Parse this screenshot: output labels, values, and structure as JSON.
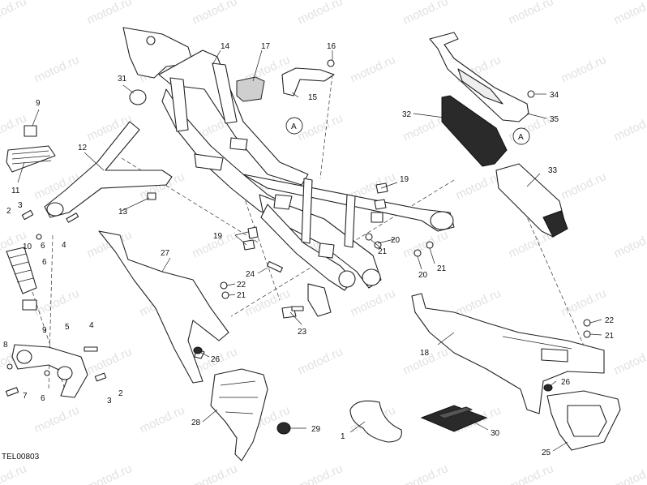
{
  "diagram": {
    "code": "TEL00803",
    "watermark": "motod.ru",
    "callouts": [
      {
        "id": "c14",
        "label": "14"
      },
      {
        "id": "c17",
        "label": "17"
      },
      {
        "id": "c16",
        "label": "16"
      },
      {
        "id": "c31",
        "label": "31"
      },
      {
        "id": "c15",
        "label": "15"
      },
      {
        "id": "c34",
        "label": "34"
      },
      {
        "id": "c32",
        "label": "32"
      },
      {
        "id": "c35",
        "label": "35"
      },
      {
        "id": "c9a",
        "label": "9"
      },
      {
        "id": "c12",
        "label": "12"
      },
      {
        "id": "cA1",
        "label": "A"
      },
      {
        "id": "cA2",
        "label": "A"
      },
      {
        "id": "c33",
        "label": "33"
      },
      {
        "id": "c11",
        "label": "11"
      },
      {
        "id": "c19a",
        "label": "19"
      },
      {
        "id": "c3a",
        "label": "3"
      },
      {
        "id": "c13",
        "label": "13"
      },
      {
        "id": "c2a",
        "label": "2"
      },
      {
        "id": "c6a",
        "label": "6"
      },
      {
        "id": "c4a",
        "label": "4"
      },
      {
        "id": "c19b",
        "label": "19"
      },
      {
        "id": "c20a",
        "label": "20"
      },
      {
        "id": "c10",
        "label": "10"
      },
      {
        "id": "c27",
        "label": "27"
      },
      {
        "id": "c21a",
        "label": "21"
      },
      {
        "id": "c21b",
        "label": "21"
      },
      {
        "id": "c20b",
        "label": "20"
      },
      {
        "id": "c6b",
        "label": "6"
      },
      {
        "id": "c24",
        "label": "24"
      },
      {
        "id": "c22a",
        "label": "22"
      },
      {
        "id": "c21c",
        "label": "21"
      },
      {
        "id": "c9b",
        "label": "9"
      },
      {
        "id": "c23",
        "label": "23"
      },
      {
        "id": "c22b",
        "label": "22"
      },
      {
        "id": "c5",
        "label": "5"
      },
      {
        "id": "c4b",
        "label": "4"
      },
      {
        "id": "c21d",
        "label": "21"
      },
      {
        "id": "c8",
        "label": "8"
      },
      {
        "id": "c18",
        "label": "18"
      },
      {
        "id": "c26a",
        "label": "26"
      },
      {
        "id": "c26b",
        "label": "26"
      },
      {
        "id": "c2b",
        "label": "2"
      },
      {
        "id": "c6c",
        "label": "6"
      },
      {
        "id": "c7",
        "label": "7"
      },
      {
        "id": "c3b",
        "label": "3"
      },
      {
        "id": "c28",
        "label": "28"
      },
      {
        "id": "c29",
        "label": "29"
      },
      {
        "id": "c30",
        "label": "30"
      },
      {
        "id": "c1",
        "label": "1"
      },
      {
        "id": "c25",
        "label": "25"
      }
    ]
  }
}
